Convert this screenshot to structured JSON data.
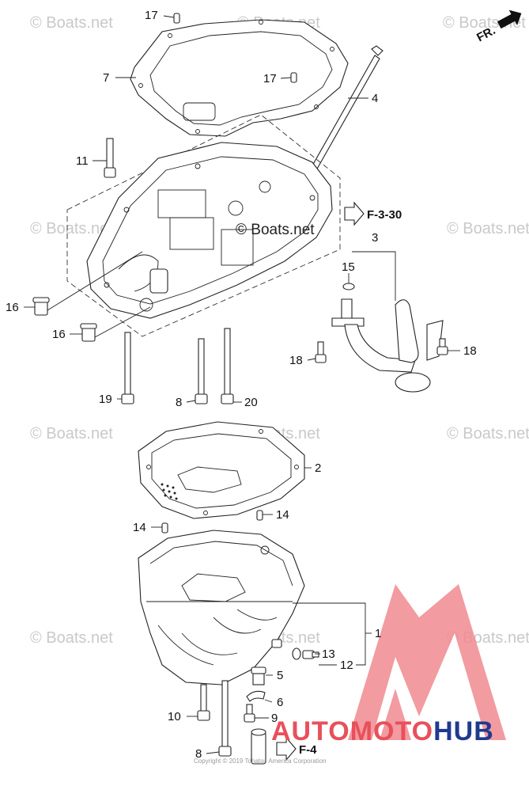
{
  "callouts": {
    "c17a": "17",
    "c7": "7",
    "c17b": "17",
    "c4": "4",
    "c11": "11",
    "c3": "3",
    "c15": "15",
    "c16a": "16",
    "c16b": "16",
    "c18a": "18",
    "c18b": "18",
    "c19": "19",
    "c8a": "8",
    "c20": "20",
    "c2": "2",
    "c14a": "14",
    "c14b": "14",
    "c1": "1",
    "c13": "13",
    "c12": "12",
    "c5": "5",
    "c6": "6",
    "c10": "10",
    "c9": "9",
    "c8b": "8"
  },
  "references": {
    "ref_f330": "F-3-30",
    "ref_f4": "F-4"
  },
  "orientation": {
    "label": "FR."
  },
  "watermarks": {
    "site": "© Boats.net",
    "center": "© Boats.net",
    "copyright": "Copyright © 2019 Tohatsu America Corporation",
    "brand_part1": "AUTO",
    "brand_part2": "MOTO",
    "brand_part3": "HUB"
  },
  "colors": {
    "brand_red": "#e8505b",
    "brand_blue": "#1f3b8f",
    "watermark_gray": "#c9c9c9"
  }
}
